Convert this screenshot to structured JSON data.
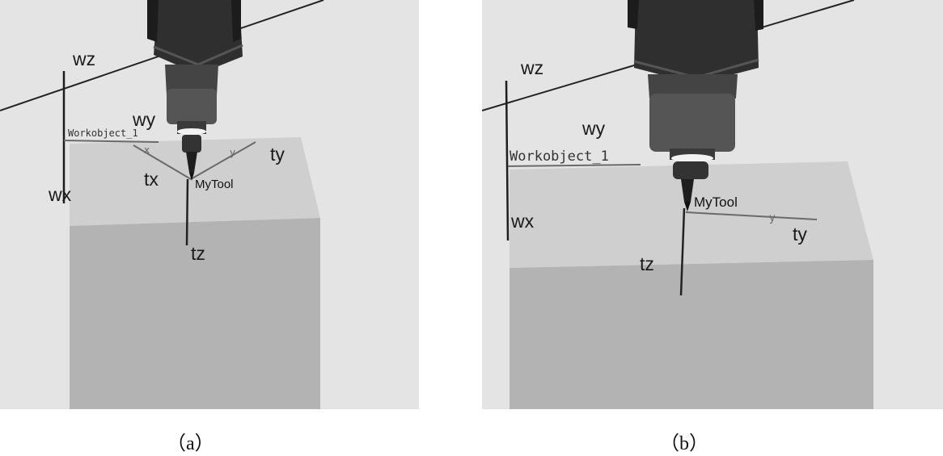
{
  "panels": [
    {
      "id": "a",
      "caption": "（a）",
      "labels": {
        "wz": "wz",
        "wy": "wy",
        "wx": "wx",
        "tx": "tx",
        "ty": "ty",
        "tz": "tz"
      },
      "workobject_label": "Workobject_1",
      "tool_label": "MyTool"
    },
    {
      "id": "b",
      "caption": "（b）",
      "labels": {
        "wz": "wz",
        "wy": "wy",
        "wx": "wx",
        "ty": "ty",
        "tz": "tz"
      },
      "workobject_label": "Workobject_1",
      "tool_label": "MyTool"
    }
  ]
}
